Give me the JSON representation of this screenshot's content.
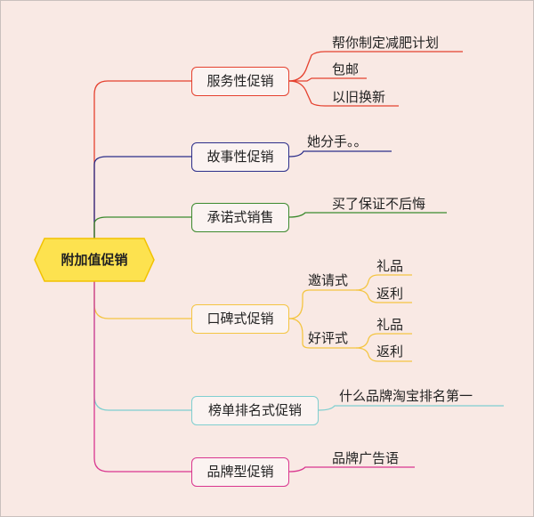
{
  "root": {
    "label": "附加值促销"
  },
  "colors": {
    "root_fill": "#fde24f",
    "root_border": "#f2c200",
    "branch1": "#e5412f",
    "branch2": "#2b2e8a",
    "branch3": "#3c8a2e",
    "branch4": "#f4c542",
    "branch5": "#7fcfd0",
    "branch6": "#d9368f"
  },
  "branches": [
    {
      "label": "服务性促销",
      "children": [
        "帮你制定减肥计划",
        "包邮",
        "以旧换新"
      ]
    },
    {
      "label": "故事性促销",
      "children": [
        "她分手。。"
      ]
    },
    {
      "label": "承诺式销售",
      "children": [
        "买了保证不后悔"
      ]
    },
    {
      "label": "口碑式促销",
      "subgroups": [
        {
          "label": "邀请式",
          "children": [
            "礼品",
            "返利"
          ]
        },
        {
          "label": "好评式",
          "children": [
            "礼品",
            "返利"
          ]
        }
      ]
    },
    {
      "label": "榜单排名式促销",
      "children": [
        "什么品牌淘宝排名第一"
      ]
    },
    {
      "label": "品牌型促销",
      "children": [
        "品牌广告语"
      ]
    }
  ]
}
